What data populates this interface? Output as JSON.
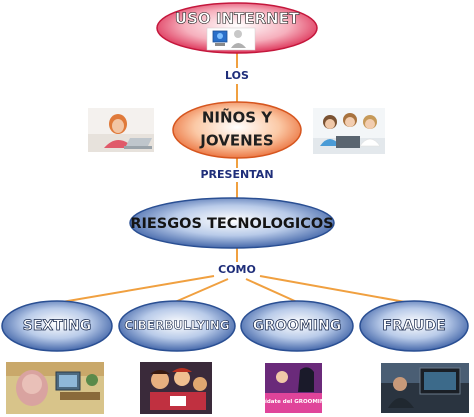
{
  "nodes": {
    "root": {
      "label": "USO INTERNET",
      "fill": "#e02b4c",
      "text": "#ffffff"
    },
    "children": {
      "label_line1": "NIÑOS Y",
      "label_line2": "JOVENES",
      "fill": "#f07a4a",
      "text": "#2b2b2b"
    },
    "risks": {
      "label": "RIESGOS TECNOLOGICOS",
      "fill": "#3b62a8",
      "text": "#1a1a1a"
    },
    "sexting": {
      "label": "SEXTING",
      "fill": "#3b62a8",
      "text": "#ffffff"
    },
    "cyberbullying": {
      "label": "CIBERBULLYING",
      "fill": "#3b62a8",
      "text": "#ffffff"
    },
    "grooming": {
      "label": "GROOMING",
      "fill": "#3b62a8",
      "text": "#ffffff"
    },
    "fraude": {
      "label": "FRAUDE",
      "fill": "#3b62a8",
      "text": "#ffffff"
    }
  },
  "connectors": {
    "los": "LOS",
    "presentan": "PRESENTAN",
    "como": "COMO"
  },
  "images": {
    "root_icon": "computer-user-icon",
    "left_photo": "girl-laptop-photo",
    "right_photo": "kids-laptop-photo",
    "sexting_img": "sexting-illustration",
    "cyberbullying_img": "cyberbullying-illustration",
    "grooming_img": "grooming-poster",
    "grooming_caption": "¡Cuídate del GROOMING!",
    "fraude_img": "fraude-photo"
  },
  "colors": {
    "line": "#f0a040",
    "connector_text": "#1f2e7a"
  }
}
